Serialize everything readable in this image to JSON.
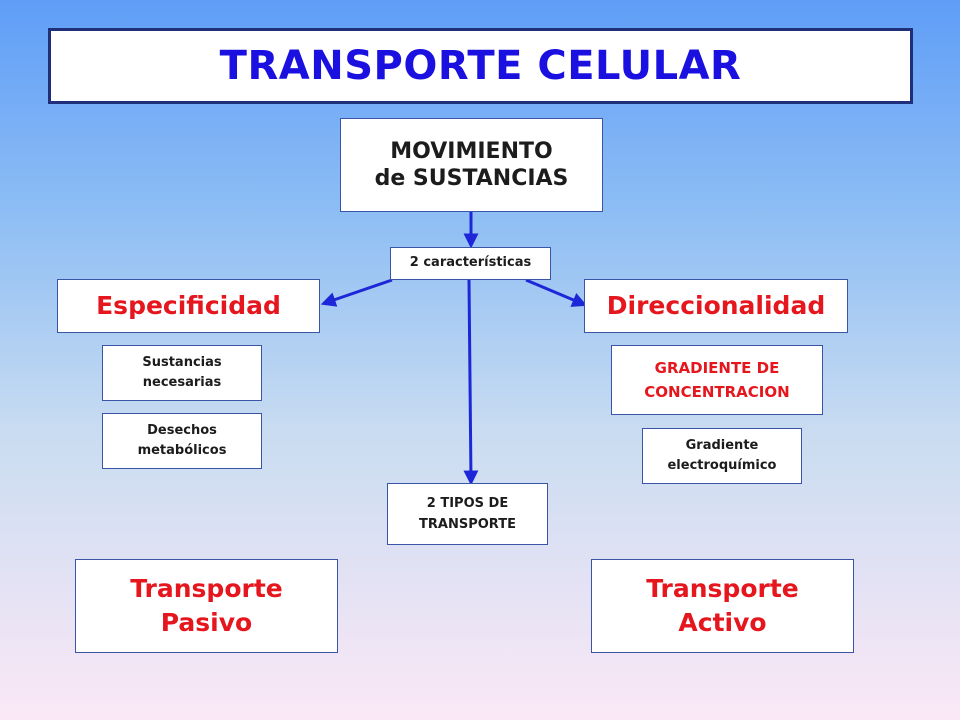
{
  "title": "TRANSPORTE CELULAR",
  "nodes": {
    "movimiento": "MOVIMIENTO\nde SUSTANCIAS",
    "caracteristicas": "2 características",
    "especificidad": "Especificidad",
    "direccionalidad": "Direccionalidad",
    "sustancias": "Sustancias\nnecesarias",
    "desechos": "Desechos\nmetabólicos",
    "gradiente_concentracion": "GRADIENTE DE\nCONCENTRACION",
    "gradiente_electro": "Gradiente\nelectroquímico",
    "tipos": "2 TIPOS DE\nTRANSPORTE",
    "pasivo": "Transporte\nPasivo",
    "activo": "Transporte\nActivo"
  },
  "colors": {
    "arrow": "#1d27d8",
    "title": "#1a10e0",
    "highlight": "#e5161d"
  }
}
